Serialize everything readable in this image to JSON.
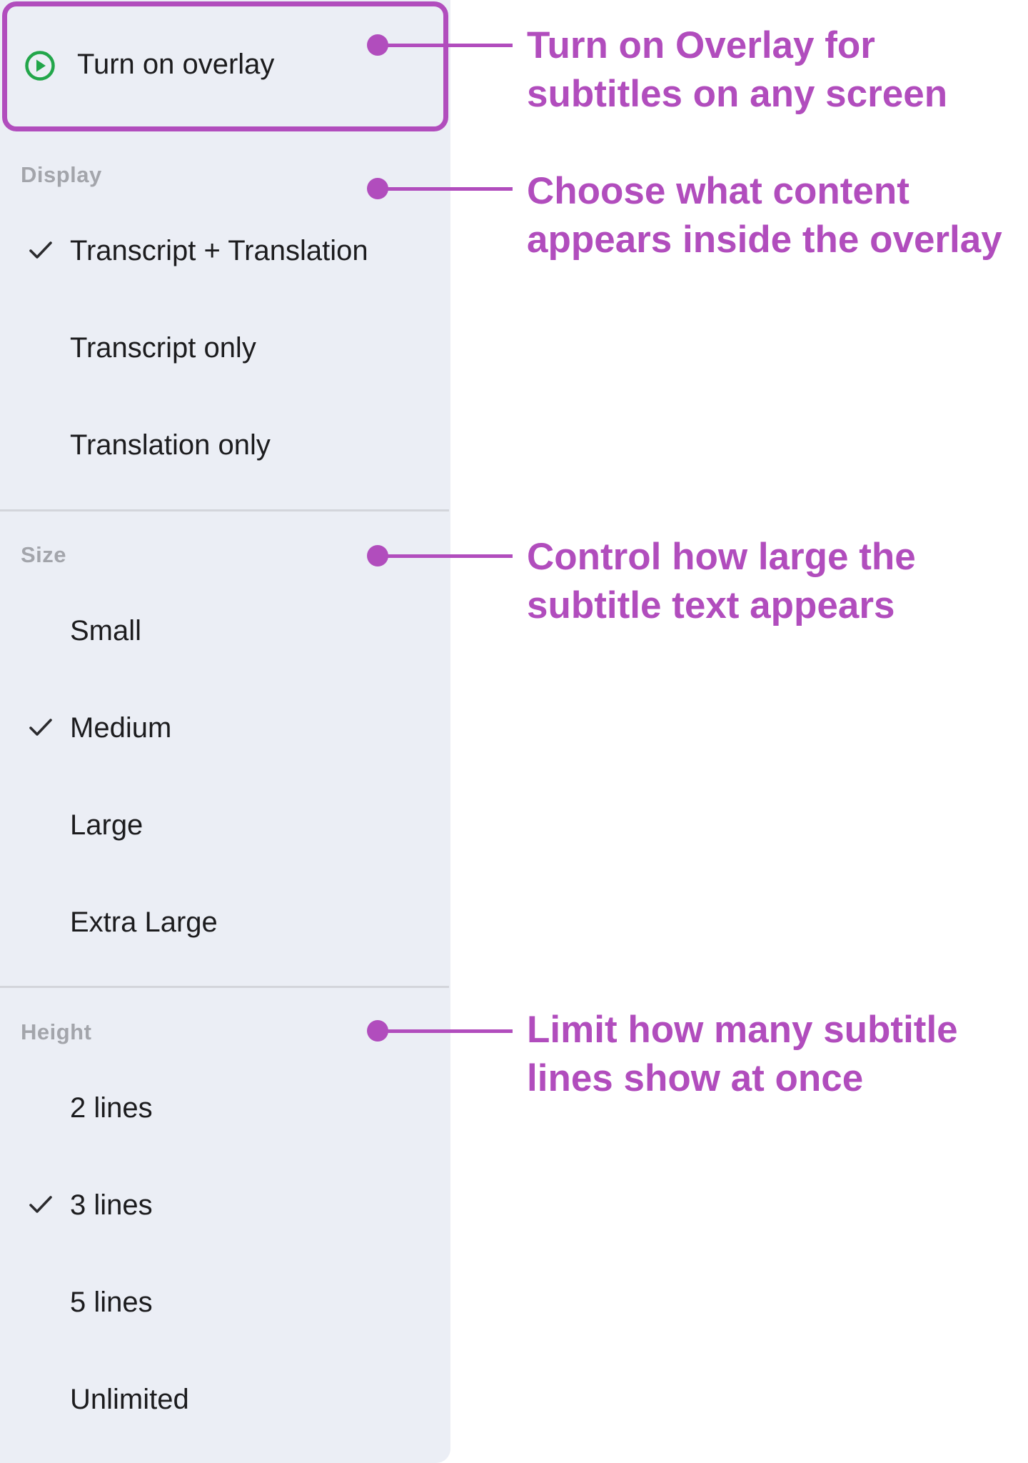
{
  "overlay_toggle": {
    "label": "Turn on overlay",
    "icon": "play-circle-icon",
    "icon_color": "#22a64a"
  },
  "sections": {
    "display": {
      "header": "Display",
      "items": [
        {
          "label": "Transcript + Translation",
          "checked": true
        },
        {
          "label": "Transcript only",
          "checked": false
        },
        {
          "label": "Translation only",
          "checked": false
        }
      ]
    },
    "size": {
      "header": "Size",
      "items": [
        {
          "label": "Small",
          "checked": false
        },
        {
          "label": "Medium",
          "checked": true
        },
        {
          "label": "Large",
          "checked": false
        },
        {
          "label": "Extra Large",
          "checked": false
        }
      ]
    },
    "height": {
      "header": "Height",
      "items": [
        {
          "label": "2 lines",
          "checked": false
        },
        {
          "label": "3 lines",
          "checked": true
        },
        {
          "label": "5 lines",
          "checked": false
        },
        {
          "label": "Unlimited",
          "checked": false
        }
      ]
    }
  },
  "annotations": {
    "overlay": "Turn on Overlay for subtitles on any screen",
    "display": "Choose what content appears inside the overlay",
    "size": "Control how large the subtitle text appears",
    "height": "Limit how many subtitle lines show at once"
  },
  "colors": {
    "accent": "#b14dbd",
    "panel_background": "#ebeef5",
    "section_header": "#a3a5ab",
    "text": "#1c1c1e",
    "icon_green": "#22a64a"
  }
}
